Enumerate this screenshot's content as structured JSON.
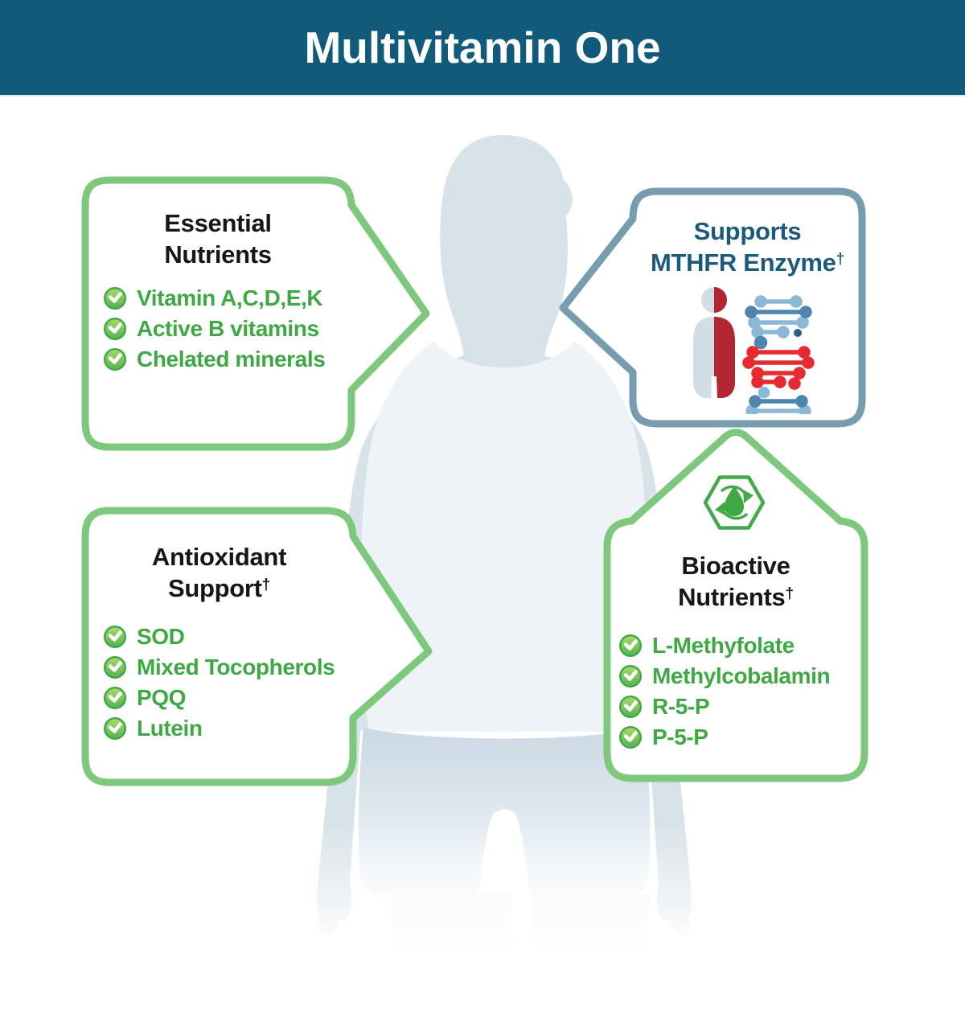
{
  "header": {
    "title": "Multivitamin One"
  },
  "colors": {
    "header_bg": "#115a7a",
    "green_border": "#7ec87e",
    "green_text": "#3ea844",
    "blue_border": "#769cae",
    "blue_title": "#1b5a7c",
    "title_text": "#161616",
    "red_accent": "#b22532"
  },
  "figure": {
    "description": "male-silhouette"
  },
  "callouts": {
    "essential_nutrients": {
      "title_line1": "Essential",
      "title_line2": "Nutrients",
      "title_sup": "",
      "items": [
        "Vitamin A,C,D,E,K",
        "Active B vitamins",
        "Chelated minerals"
      ]
    },
    "mthfr": {
      "title_line1": "Supports",
      "title_line2": "MTHFR Enzyme",
      "title_sup": "†"
    },
    "antioxidant": {
      "title_line1": "Antioxidant",
      "title_line2": "Support",
      "title_sup": "†",
      "items": [
        "SOD",
        "Mixed Tocopherols",
        "PQQ",
        "Lutein"
      ]
    },
    "bioactive": {
      "title_line1": "Bioactive",
      "title_line2": "Nutrients",
      "title_sup": "†",
      "items": [
        "L-Methyfolate",
        "Methylcobalamin",
        "R-5-P",
        "P-5-P"
      ]
    }
  }
}
